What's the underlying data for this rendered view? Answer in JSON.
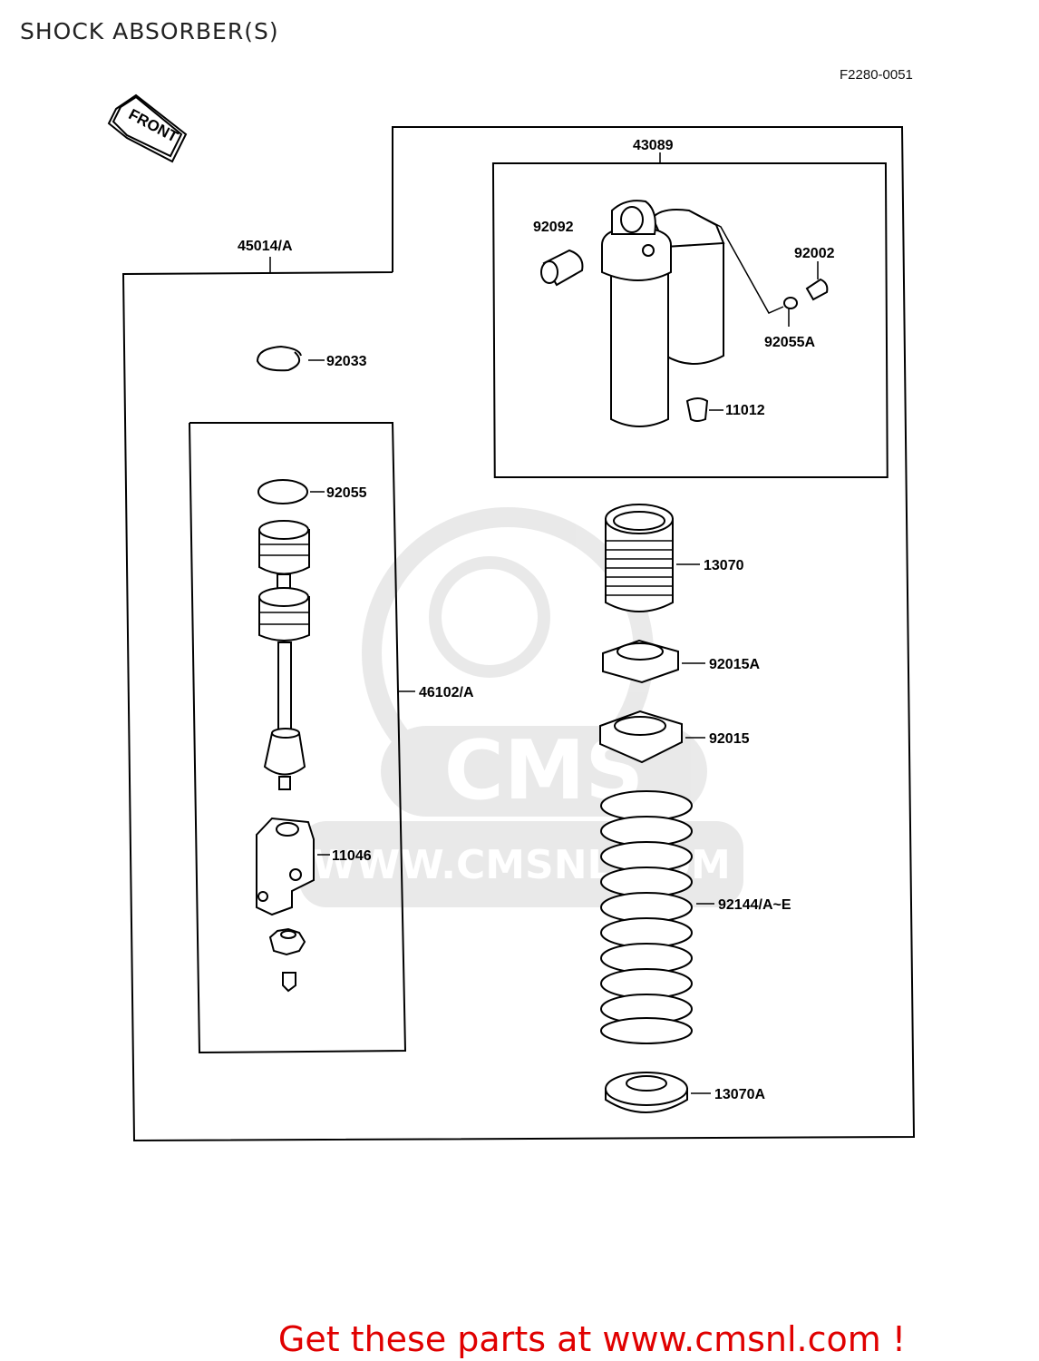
{
  "page": {
    "title": "SHOCK ABSORBER(S)",
    "diagram_code": "F2280-0051",
    "front_label": "FRONT",
    "watermark_logo": "CMS",
    "watermark_url": "WWW.CMSNL.COM",
    "footer": "Get these parts at www.cmsnl.com !"
  },
  "parts": {
    "assembly": "45014/A",
    "shock_body": "43089",
    "bushing": "92092",
    "bolt": "92002",
    "washer": "92055A",
    "valve_cap": "11012",
    "circlip": "92033",
    "o_ring": "92055",
    "rod_assembly": "46102/A",
    "clevis": "11046",
    "bump_stop": "13070",
    "locknut": "92015A",
    "adjuster_nut": "92015",
    "spring": "92144/A~E",
    "spring_seat": "13070A"
  },
  "colors": {
    "line": "#000000",
    "footer_text": "#e00000",
    "watermark": "#d8d8d8"
  }
}
